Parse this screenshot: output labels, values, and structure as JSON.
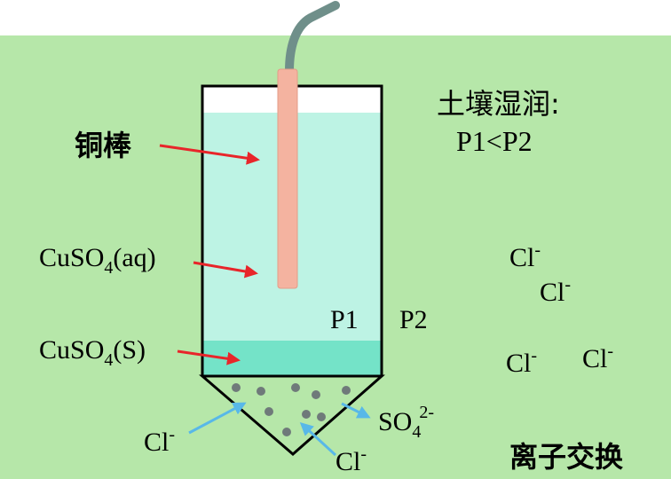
{
  "labels": {
    "copper_rod": "铜棒",
    "soil_condition": "土壤湿润:",
    "potential_relation": "P1<P2",
    "solution_main": "CuSO",
    "solution_sub": "4",
    "solution_suffix": "(aq)",
    "solid_main": "CuSO",
    "solid_sub": "4",
    "solid_suffix": "(S)",
    "p1": "P1",
    "p2": "P2",
    "chloride": "Cl",
    "minus": "-",
    "sulfate_main": "SO",
    "sulfate_sub": "4",
    "sulfate_charge": "2-",
    "ion_exchange": "离子交换"
  },
  "colors": {
    "soil": "#b6e7a9",
    "solution": "#bdf3e4",
    "solid": "#74e3c8",
    "rod": "#f4b3a0",
    "wire": "#6f8f8a",
    "red_arrow": "#e8252a",
    "blue_arrow": "#58b8e8",
    "particle": "#6f7a7a"
  }
}
